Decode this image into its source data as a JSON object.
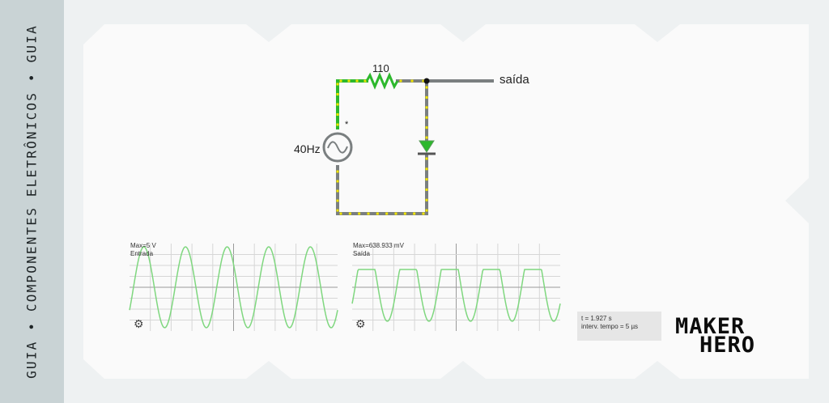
{
  "sidebar": {
    "text": "GUIA • COMPONENTES ELETRÔNICOS • GUIA"
  },
  "circuit": {
    "resistor_value": "110",
    "output_label": "saída",
    "source_frequency": "40Hz",
    "source_marker": "*"
  },
  "scopes": [
    {
      "max_label": "Max=5 V",
      "name": "Entrada",
      "waveform": "sine",
      "gear_icon": "gear-icon"
    },
    {
      "max_label": "Max=638.933 mV",
      "name": "Saída",
      "waveform": "clipped-sine",
      "gear_icon": "gear-icon"
    }
  ],
  "info": {
    "time": "t = 1.927 s",
    "interval": "interv. tempo = 5 µs"
  },
  "logo": {
    "line1": "MAKER",
    "line2": "HERO"
  },
  "colors": {
    "sidebar_bg": "#c9d3d5",
    "page_bg": "#eef1f2",
    "panel_bg": "#fafafa",
    "wire": "#7a7f80",
    "current_wire": "#2db82d",
    "current_dots": "#f2e600",
    "trace": "#7fd77f",
    "grid": "#d6d6d6",
    "axis": "#9a9a9a"
  }
}
